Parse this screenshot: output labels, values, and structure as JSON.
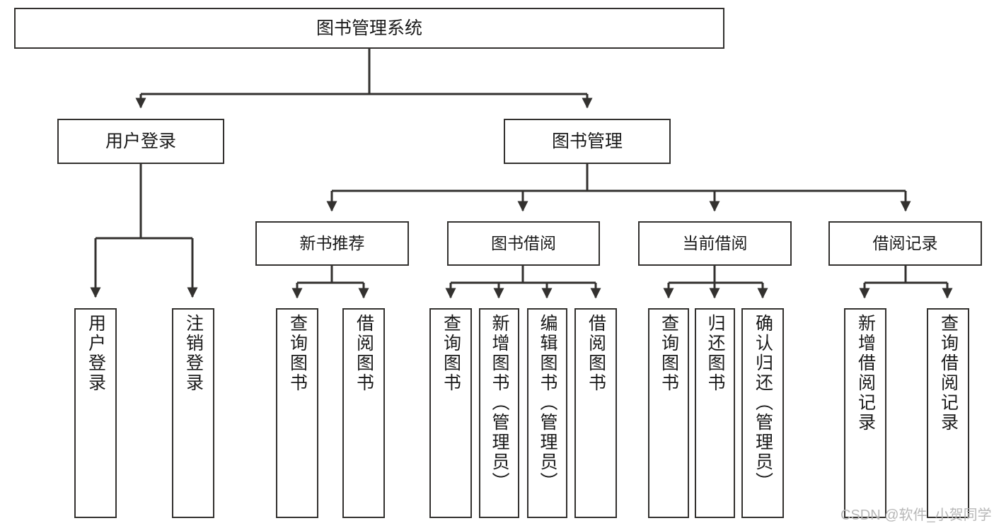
{
  "diagram": {
    "type": "hierarchy-tree",
    "title": "图书管理系统",
    "root": {
      "label": "图书管理系统"
    },
    "level1": [
      {
        "label": "用户登录"
      },
      {
        "label": "图书管理"
      }
    ],
    "level2": [
      {
        "label": "新书推荐",
        "parent": "图书管理"
      },
      {
        "label": "图书借阅",
        "parent": "图书管理"
      },
      {
        "label": "当前借阅",
        "parent": "图书管理"
      },
      {
        "label": "借阅记录",
        "parent": "图书管理"
      }
    ],
    "leaves": [
      {
        "label": "用户登录",
        "parent": "用户登录"
      },
      {
        "label": "注销登录",
        "parent": "用户登录"
      },
      {
        "label": "查询图书",
        "parent": "新书推荐"
      },
      {
        "label": "借阅图书",
        "parent": "新书推荐"
      },
      {
        "label": "查询图书",
        "parent": "图书借阅"
      },
      {
        "label": "新增图书（管理员）",
        "parent": "图书借阅"
      },
      {
        "label": "编辑图书（管理员）",
        "parent": "图书借阅"
      },
      {
        "label": "借阅图书",
        "parent": "图书借阅"
      },
      {
        "label": "查询图书",
        "parent": "当前借阅"
      },
      {
        "label": "归还图书",
        "parent": "当前借阅"
      },
      {
        "label": "确认归还（管理员）",
        "parent": "当前借阅"
      },
      {
        "label": "新增借阅记录",
        "parent": "借阅记录"
      },
      {
        "label": "查询借阅记录",
        "parent": "借阅记录"
      }
    ]
  },
  "watermark": {
    "text": "CSDN @软件_小贺同学"
  },
  "colors": {
    "stroke": "#33312f",
    "fill": "#ffffff",
    "text": "#1a1a1a",
    "watermark": "#b7b7b7"
  }
}
